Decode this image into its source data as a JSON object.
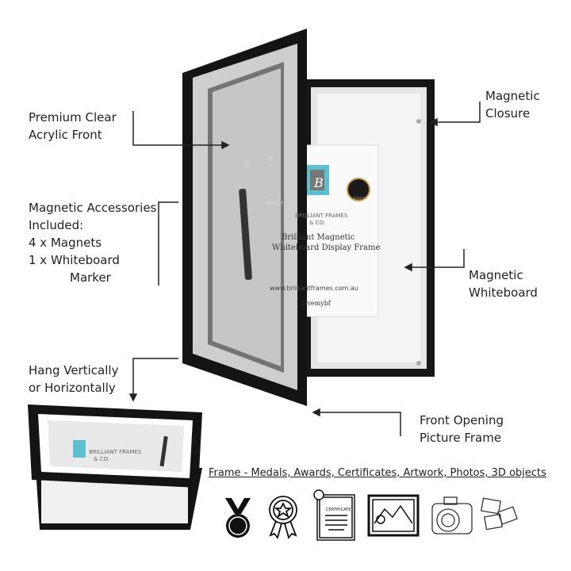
{
  "labels": {
    "acrylic": [
      "Premium Clear",
      "Acrylic Front"
    ],
    "accessories": [
      "Magnetic Accessories",
      "Included:",
      "4 x Magnets",
      "1 x Whiteboard",
      "Marker"
    ],
    "hang": [
      "Hang Vertically",
      "or Horizontally"
    ],
    "closure": [
      "Magnetic",
      "Closure"
    ],
    "whiteboard": [
      "Magnetic",
      "Whiteboard"
    ],
    "opening": [
      "Front Opening",
      "Picture Frame"
    ]
  },
  "poster": {
    "brand": "BRILLIANT FRAMES",
    "brand2": "& CO.",
    "title1": "Brilliant Magnetic",
    "title2": "Whiteboard Display Frame",
    "badge_left": "FINALIST",
    "badge_right": "GOLD",
    "website": "www.brilliantframes.com.au",
    "social": "lovemybf"
  },
  "caption": "Frame - Medals, Awards, Certificates, Artwork, Photos, 3D objects",
  "icons": [
    "medal-icon",
    "award-ribbon-icon",
    "certificate-icon",
    "framed-artwork-icon",
    "camera-photos-icon"
  ],
  "icon_text": {
    "certificate": "CERTIFICATE"
  },
  "colors": {
    "frame": "#141414",
    "accent": "#5bc0cf"
  }
}
